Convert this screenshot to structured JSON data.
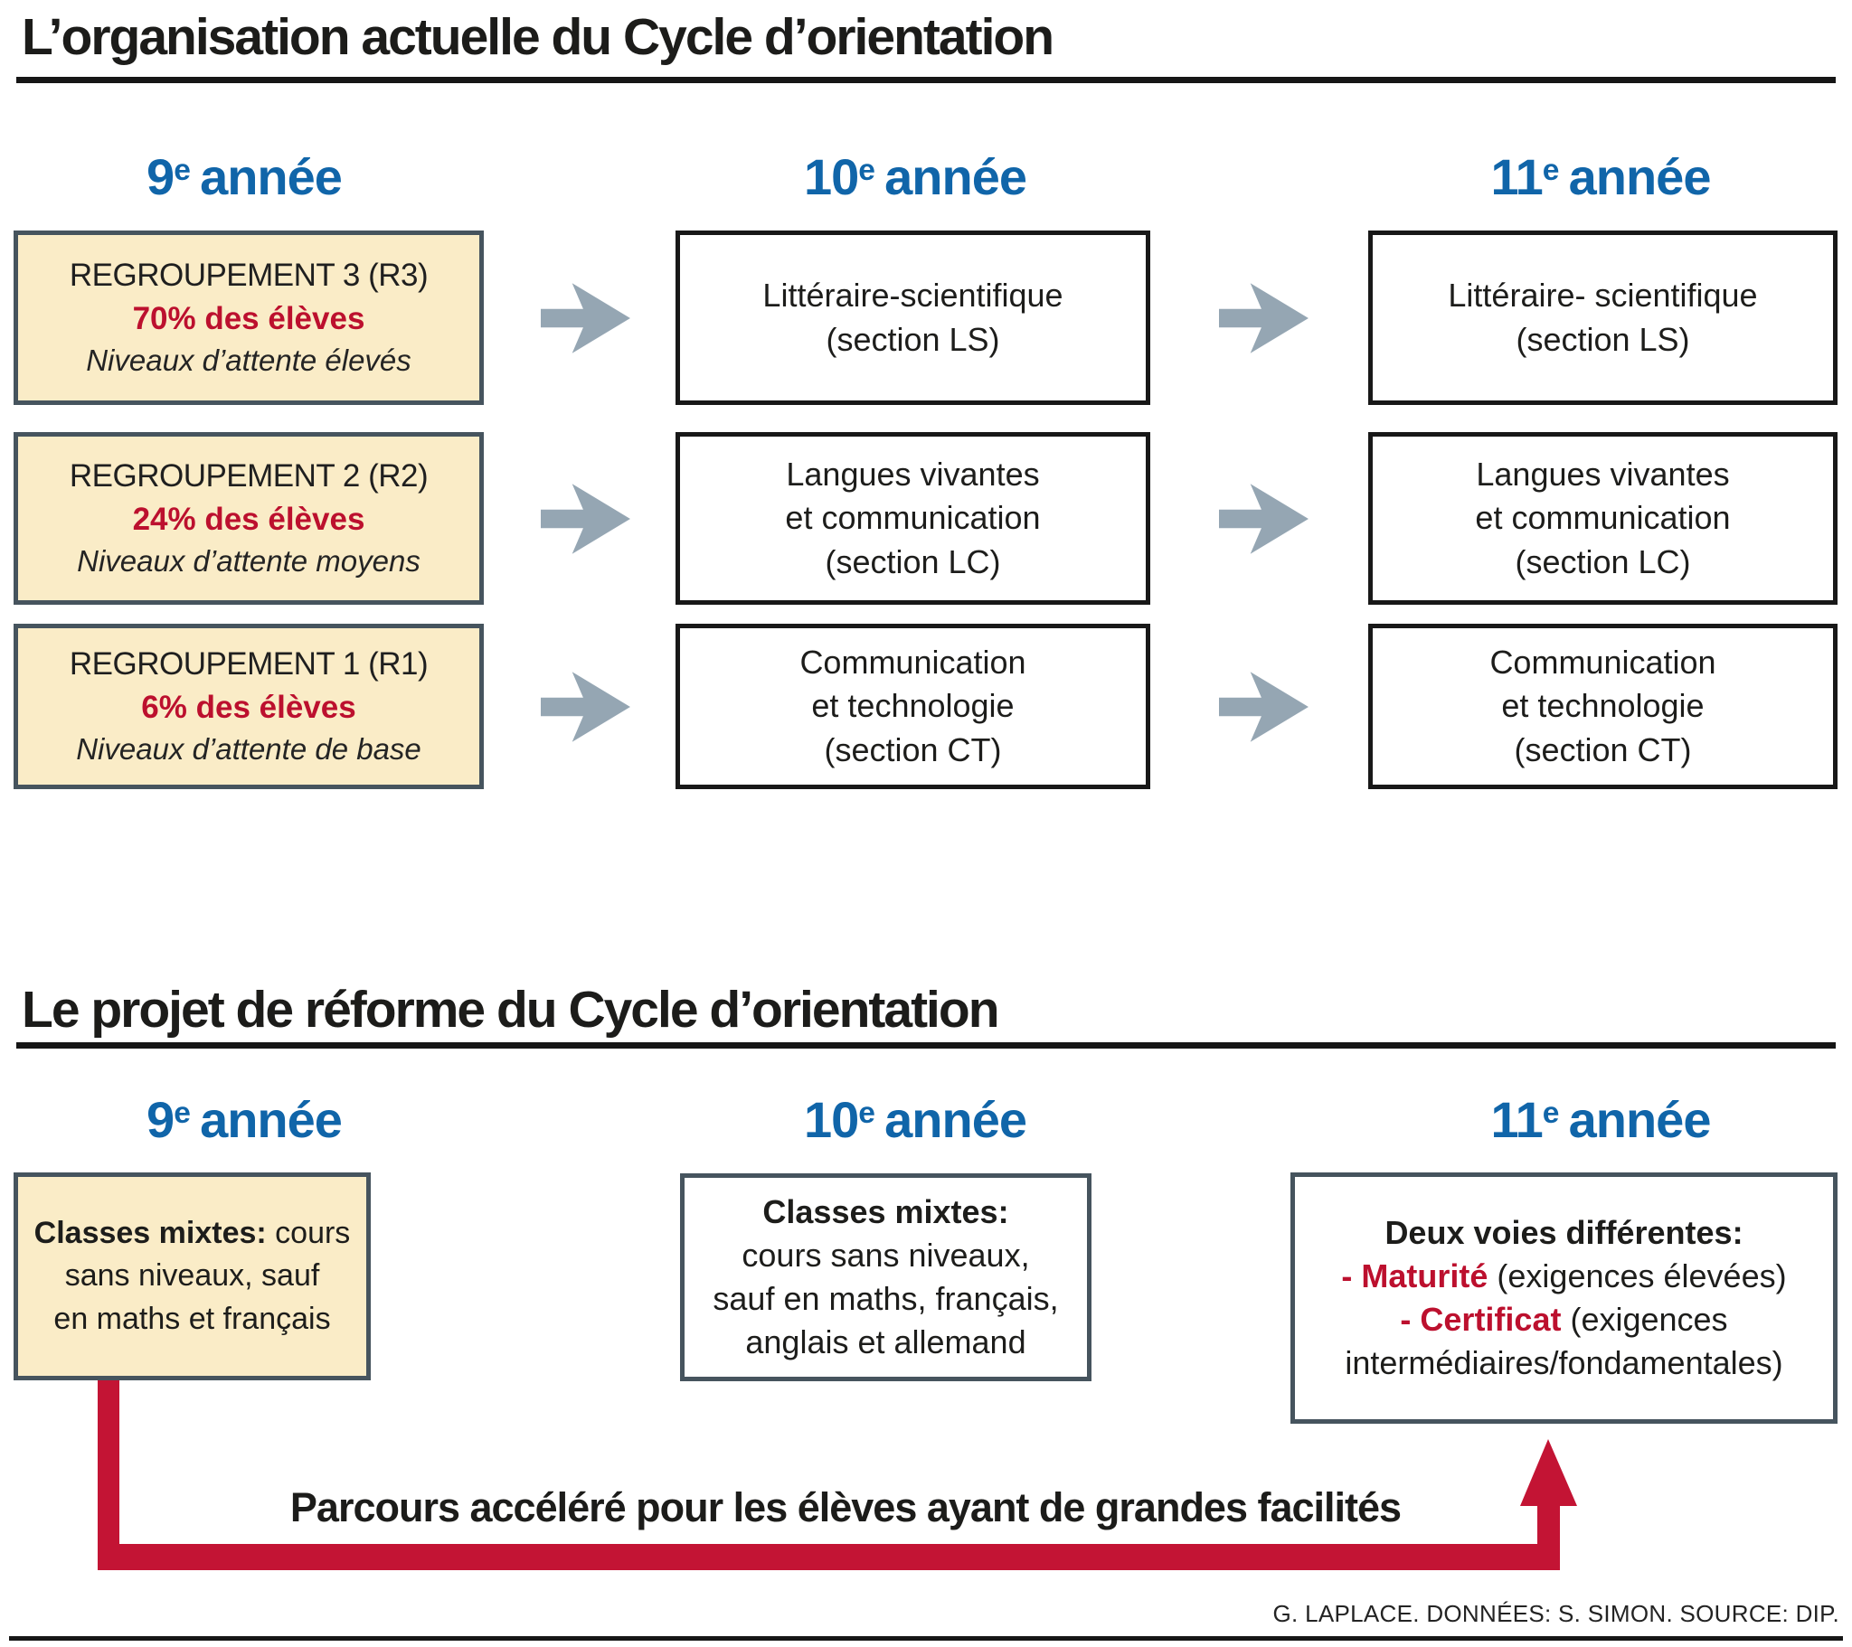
{
  "colors": {
    "header_blue": "#1065a9",
    "accent_red_text": "#bc102e",
    "accent_red_arrow": "#c31434",
    "slate_border": "#46545e",
    "yellow_box_fill": "#faecc7",
    "gray_arrow": "#95a6b3",
    "black_border": "#181818",
    "text": "#1d1d1b"
  },
  "icons": {
    "flow_arrow": "right-arrow",
    "accelerated_path": "up-arrow-elbow"
  },
  "s1": {
    "title": "L’organisation actuelle du Cycle d’orientation",
    "headers": [
      {
        "num": "9",
        "sup": "e",
        "word": "année"
      },
      {
        "num": "10",
        "sup": "e",
        "word": "année"
      },
      {
        "num": "11",
        "sup": "e",
        "word": "année"
      }
    ],
    "rows": [
      {
        "src": {
          "l1": "REGROUPEMENT 3 (R3)",
          "l2": "70% des élèves",
          "l3": "Niveaux d’attente élevés"
        },
        "mid": {
          "l1": "Littéraire-scientifique",
          "l2": "(section LS)",
          "l3": ""
        },
        "right": {
          "l1": "Littéraire- scientifique",
          "l2": "(section LS)",
          "l3": ""
        }
      },
      {
        "src": {
          "l1": "REGROUPEMENT 2 (R2)",
          "l2": "24% des élèves",
          "l3": "Niveaux d’attente moyens"
        },
        "mid": {
          "l1": "Langues vivantes",
          "l2": "et communication",
          "l3": "(section LC)"
        },
        "right": {
          "l1": "Langues vivantes",
          "l2": "et communication",
          "l3": "(section LC)"
        }
      },
      {
        "src": {
          "l1": "REGROUPEMENT 1 (R1)",
          "l2": "6% des élèves",
          "l3": "Niveaux d’attente de base"
        },
        "mid": {
          "l1": "Communication",
          "l2": "et technologie",
          "l3": "(section CT)"
        },
        "right": {
          "l1": "Communication",
          "l2": "et technologie",
          "l3": "(section CT)"
        }
      }
    ]
  },
  "s2": {
    "title": "Le projet de réforme du Cycle d’orientation",
    "headers": [
      {
        "num": "9",
        "sup": "e",
        "word": "année"
      },
      {
        "num": "10",
        "sup": "e",
        "word": "année"
      },
      {
        "num": "11",
        "sup": "e",
        "word": "année"
      }
    ],
    "box9": {
      "bold": "Classes mixtes:",
      "rest1": " cours",
      "l2": "sans niveaux, sauf",
      "l3": "en maths et français"
    },
    "box10": {
      "bold": "Classes mixtes:",
      "l2": "cours sans niveaux,",
      "l3": "sauf en maths, français,",
      "l4": "anglais et allemand"
    },
    "box11": {
      "l1": "Deux voies différentes:",
      "m_red": "- Maturité",
      "m_rest": " (exigences élevées)",
      "c_red": "- Certificat",
      "c_rest": " (exigences",
      "l4": "intermédiaires/fondamentales)"
    },
    "arrow_label": "Parcours accéléré pour les élèves ayant de grandes facilités"
  },
  "footer": {
    "credit": "G. LAPLACE. DONNÉES: S. SIMON. SOURCE: DIP."
  }
}
